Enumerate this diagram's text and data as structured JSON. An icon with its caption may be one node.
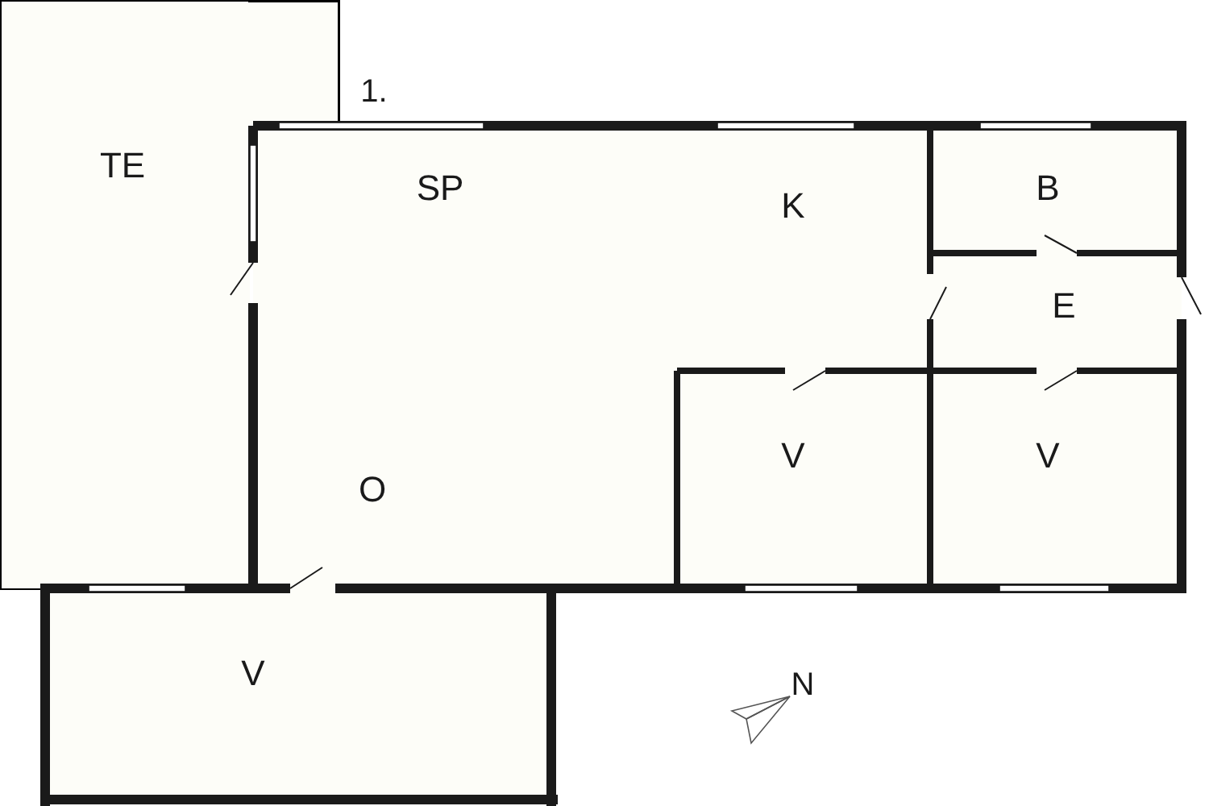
{
  "diagram": {
    "nodes": [
      {
        "text": [
          "TE"
        ]
      },
      {
        "text": [
          "SP"
        ]
      },
      {
        "text": [
          "K"
        ]
      },
      {
        "text": [
          "B"
        ]
      },
      {
        "text": [
          "E"
        ]
      },
      {
        "text": [
          "V"
        ]
      },
      {
        "text": [
          "V"
        ]
      },
      {
        "text": [
          "O"
        ]
      },
      {
        "text": [
          "V"
        ]
      }
    ],
    "labels": [
      "1.",
      "N"
    ]
  }
}
